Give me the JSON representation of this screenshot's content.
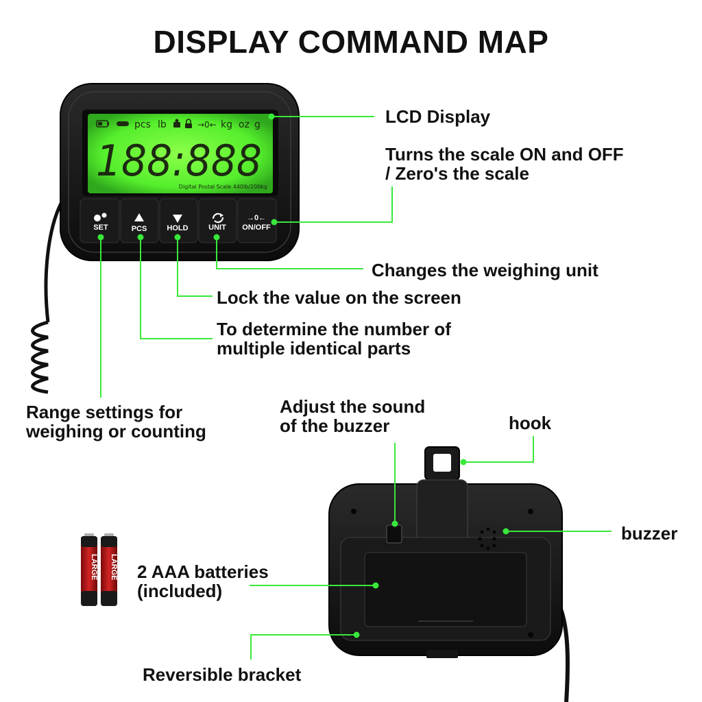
{
  "title": "DISPLAY COMMAND MAP",
  "colors": {
    "leader": "#39e83a",
    "device_body": "#151515",
    "lcd_green": "#66ff33",
    "battery_red": "#cc1b1b"
  },
  "display": {
    "indicators": [
      "pcs",
      "lb",
      "→0←",
      "kg",
      "oz",
      "g"
    ],
    "digits": "188:888",
    "model_text": "Digital Postal Scale 440lb/200kg"
  },
  "buttons": [
    {
      "id": "set",
      "label": "SET",
      "icon": "gear-icon"
    },
    {
      "id": "pcs",
      "label": "PCS",
      "icon": "triangle-up-icon"
    },
    {
      "id": "hold",
      "label": "HOLD",
      "icon": "triangle-down-icon"
    },
    {
      "id": "unit",
      "label": "UNIT",
      "icon": "cycle-icon"
    },
    {
      "id": "onoff",
      "label": "ON/OFF",
      "icon": "zero-icon",
      "icon_text": "→0←"
    }
  ],
  "battery": {
    "brand": "LARGE"
  },
  "callouts": {
    "lcd": "LCD Display",
    "onoff": [
      "Turns the scale ON and OFF",
      "/ Zero's the scale"
    ],
    "unit": "Changes the weighing unit",
    "hold": "Lock the value on the screen",
    "pcs": [
      "To determine the number of",
      "multiple identical parts"
    ],
    "set": [
      "Range settings for",
      "weighing or counting"
    ],
    "buzzer_switch": [
      "Adjust the sound",
      "of the buzzer"
    ],
    "hook": "hook",
    "buzzer": "buzzer",
    "batteries": [
      "2 AAA batteries",
      "(included)"
    ],
    "bracket": "Reversible bracket"
  }
}
